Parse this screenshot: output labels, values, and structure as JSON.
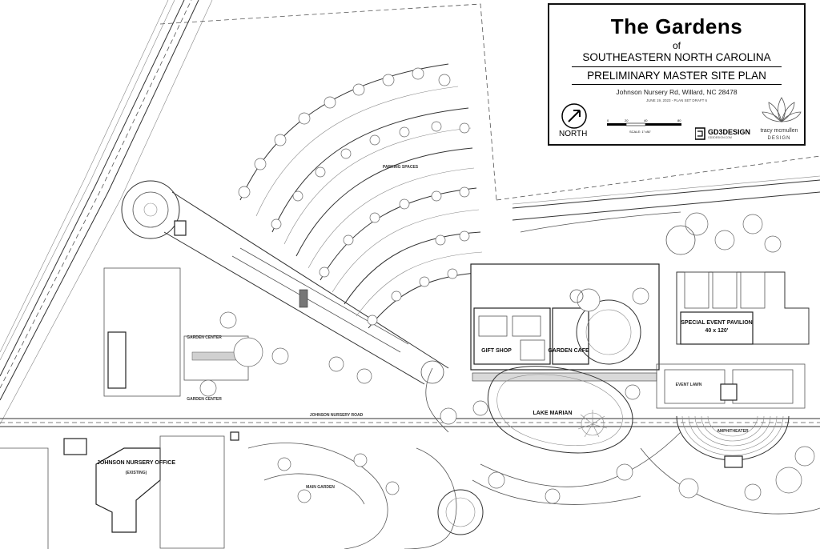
{
  "title_block": {
    "title": "The Gardens",
    "of": "of",
    "organization": "SOUTHEASTERN NORTH CAROLINA",
    "subtitle": "PRELIMINARY MASTER SITE PLAN",
    "address": "Johnson Nursery Rd, Willard, NC 28478",
    "date_line": "JUNE 19, 2023 - PLAN SET DRAFT 6",
    "north_label": "NORTH",
    "scale_ticks": [
      "0",
      "20",
      "40",
      "80"
    ],
    "scale_label": "SCALE: 1\"=80'",
    "firm_logo": "GD3DESIGN",
    "firm_sub": "GD3DESIGN.COM",
    "designer_name": "tracy mcmullen",
    "designer_design": "DESIGN"
  },
  "plan_labels": {
    "garden_center": "GARDEN CENTER",
    "garden_center_2": "GARDEN CENTER",
    "johnson_nursery_office": "JOHNSON NURSERY OFFICE",
    "existing": "(EXISTING)",
    "gift_shop": "GIFT SHOP",
    "garden_cafe": "GARDEN CAFE",
    "special_event_pavilion": "SPECIAL EVENT PAVILION",
    "pavilion_size": "40 x 120'",
    "lake": "LAKE MARIAN",
    "parking_spaces": "PARKING SPACES",
    "main_garden": "MAIN GARDEN",
    "event_lawn": "EVENT LAWN",
    "amphitheater": "AMPHITHEATER",
    "nursery_road": "JOHNSON NURSERY ROAD"
  },
  "colors": {
    "line": "#333333",
    "background": "#ffffff",
    "road_fill": "#d9d9d9"
  }
}
